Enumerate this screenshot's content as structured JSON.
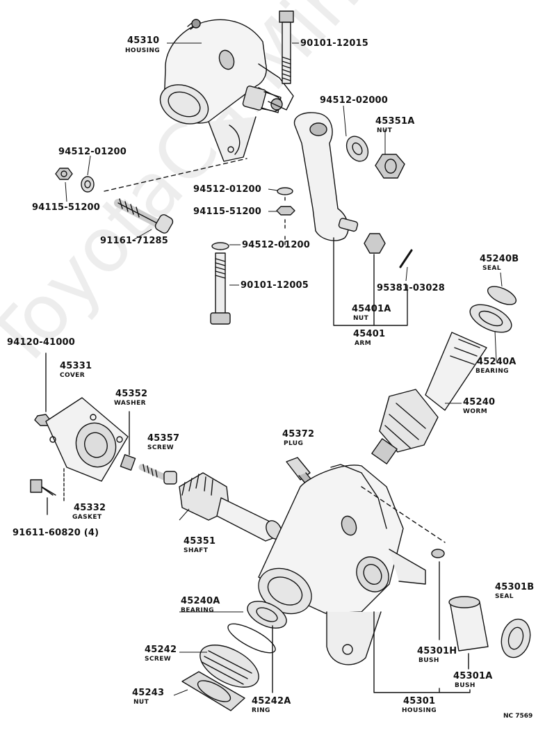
{
  "watermark": "ToyotaCarMine.ru",
  "diagram_code": "NC 7569",
  "labels": {
    "l45310": "45310",
    "l45310n": "HOUSING",
    "l90101a": "90101-12015",
    "l94512b": "94512-02000",
    "l45351a": "45351A",
    "l45351an": "NUT",
    "l94512a": "94512-01200",
    "l94115a": "94115-51200",
    "l94512c": "94512-01200",
    "l94115b": "94115-51200",
    "l91161": "91161-71285",
    "l94512d": "94512-01200",
    "l90101b": "90101-12005",
    "l45240b": "45240B",
    "l45240bn": "SEAL",
    "l95381": "95381-03028",
    "l45401a": "45401A",
    "l45401an": "NUT",
    "l45401": "45401",
    "l45401n": "ARM",
    "l45240a": "45240A",
    "l45240an": "BEARING",
    "l94120": "94120-41000",
    "l45331": "45331",
    "l45331n": "COVER",
    "l45352": "45352",
    "l45352n": "WASHER",
    "l45357": "45357",
    "l45357n": "SCREW",
    "l45372": "45372",
    "l45372n": "PLUG",
    "l45240": "45240",
    "l45240n": "WORM",
    "l45332": "45332",
    "l45332n": "GASKET",
    "l91611": "91611-60820 (4)",
    "l45351": "45351",
    "l45351n": "SHAFT",
    "l45240a2": "45240A",
    "l45240a2n": "BEARING",
    "l45242": "45242",
    "l45242n": "SCREW",
    "l45243": "45243",
    "l45243n": "NUT",
    "l45242a": "45242A",
    "l45242an": "RING",
    "l45301h": "45301H",
    "l45301hn": "BUSH",
    "l45301a": "45301A",
    "l45301an": "BUSH",
    "l45301b": "45301B",
    "l45301bn": "SEAL",
    "l45301": "45301",
    "l45301n": "HOUSING"
  }
}
